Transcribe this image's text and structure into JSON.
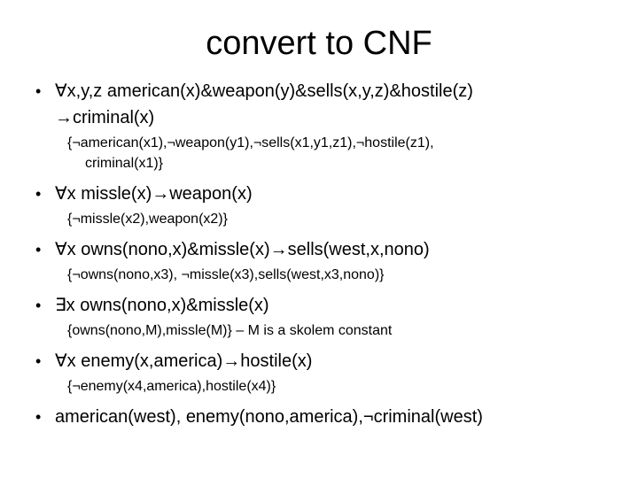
{
  "slide": {
    "title": "convert to CNF",
    "bullet_char": "•",
    "sections": [
      {
        "statement_lines": [
          "∀x,y,z american(x)&weapon(y)&sells(x,y,z)&hostile(z)",
          "→criminal(x)"
        ],
        "clause_lines": [
          "{¬american(x1),¬weapon(y1),¬sells(x1,y1,z1),¬hostile(z1),",
          "criminal(x1)}"
        ]
      },
      {
        "statement_lines": [
          "∀x missle(x)→weapon(x)"
        ],
        "clause_lines": [
          "{¬missle(x2),weapon(x2)}"
        ]
      },
      {
        "statement_lines": [
          "∀x owns(nono,x)&missle(x)→sells(west,x,nono)"
        ],
        "clause_lines": [
          "{¬owns(nono,x3), ¬missle(x3),sells(west,x3,nono)}"
        ]
      },
      {
        "statement_lines": [
          "∃x owns(nono,x)&missle(x)"
        ],
        "clause_lines": [
          "{owns(nono,M),missle(M)} – M is a skolem constant"
        ]
      },
      {
        "statement_lines": [
          "∀x enemy(x,america)→hostile(x)"
        ],
        "clause_lines": [
          "{¬enemy(x4,america),hostile(x4)}"
        ]
      },
      {
        "statement_lines": [
          "american(west), enemy(nono,america),¬criminal(west)"
        ],
        "clause_lines": []
      }
    ]
  }
}
